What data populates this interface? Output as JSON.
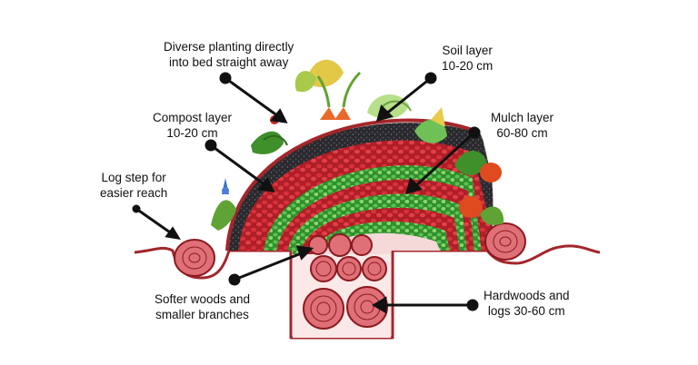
{
  "labels": {
    "planting": {
      "line1": "Diverse planting directly",
      "line2": "into bed straight away"
    },
    "soil": {
      "line1": "Soil layer",
      "line2": "10-20 cm"
    },
    "compost": {
      "line1": "Compost layer",
      "line2": "10-20 cm"
    },
    "mulch": {
      "line1": "Mulch layer",
      "line2": "60-80 cm"
    },
    "log_step": {
      "line1": "Log step for",
      "line2": "easier reach"
    },
    "softwoods": {
      "line1": "Softer woods and",
      "line2": "smaller branches"
    },
    "hardwoods": {
      "line1": "Hardwoods and",
      "line2": "logs 30-60 cm"
    }
  },
  "colors": {
    "outline": "#a3262b",
    "ground": "#a3262b",
    "soil": "#2a2a2e",
    "compost": "#c8242b",
    "mulch": "#3fae3a",
    "wood": "#d9545a",
    "leaf": "#5fa334",
    "carrot": "#e8692a",
    "pumpkin": "#e04a1f",
    "arrow": "#111111"
  }
}
